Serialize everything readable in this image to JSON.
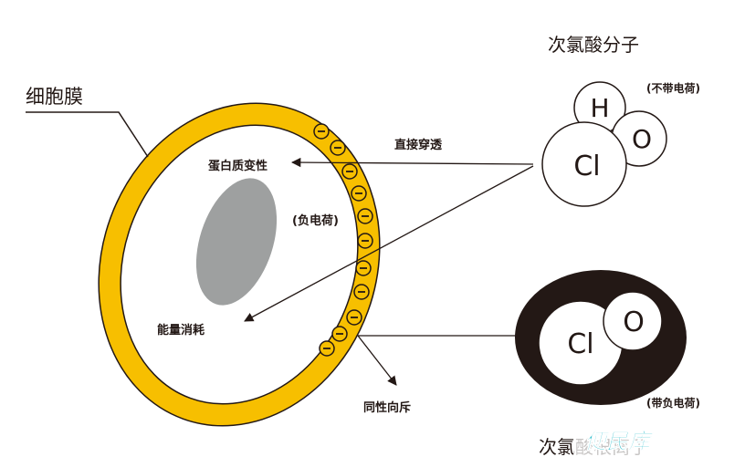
{
  "labels": {
    "cell_membrane": "细胞膜",
    "hocl_title": "次氯酸分子",
    "hocl_charge": "(不带电荷)",
    "direct_penetration": "直接穿透",
    "protein_denaturation": "蛋白质变性",
    "negative_charge": "(负电荷)",
    "energy_consumption": "能量消耗",
    "same_charge_repel": "同性向斥",
    "clo_charge": "(带负电荷)",
    "bottom_title": "次氯酸根离子",
    "watermark": "便民库"
  },
  "atoms": {
    "hocl": {
      "h": "H",
      "o": "O",
      "cl": "Cl"
    },
    "clo": {
      "cl": "Cl",
      "o": "O"
    }
  },
  "colors": {
    "membrane": "#F7BF00",
    "nucleus": "#9EA0A0",
    "text": "#231815",
    "watermark": "#1BB8C9",
    "background": "#ffffff"
  }
}
